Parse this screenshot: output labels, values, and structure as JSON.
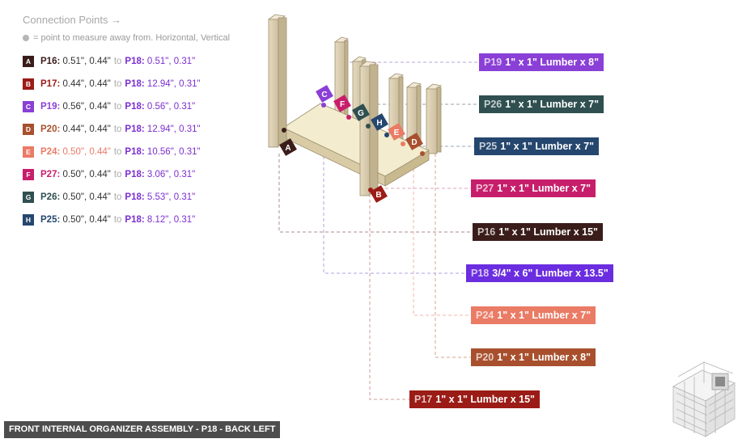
{
  "connection_title": "Connection Points →",
  "connection_hint": "= point to measure away from. Horizontal, Vertical",
  "connections": [
    {
      "letter": "A",
      "color": "#3a1d1a",
      "part": "P16:",
      "values": "0.51\", 0.44\"",
      "to": "to",
      "target": "P18:",
      "target_values": "0.51\", 0.31\""
    },
    {
      "letter": "B",
      "color": "#9b1c16",
      "part": "P17:",
      "values": "0.44\", 0.44\"",
      "to": "to",
      "target": "P18:",
      "target_values": "12.94\", 0.31\""
    },
    {
      "letter": "C",
      "color": "#8a3fd6",
      "part": "P19:",
      "values": "0.56\", 0.44\"",
      "to": "to",
      "target": "P18:",
      "target_values": "0.56\", 0.31\""
    },
    {
      "letter": "D",
      "color": "#a8502e",
      "part": "P20:",
      "values": "0.44\", 0.44\"",
      "to": "to",
      "target": "P18:",
      "target_values": "12.94\", 0.31\""
    },
    {
      "letter": "E",
      "color": "#ea7b65",
      "part": "P24:",
      "values": "0.50\", 0.44\"",
      "to": "to",
      "target": "P18:",
      "target_values": "10.56\", 0.31\""
    },
    {
      "letter": "F",
      "color": "#c71e6b",
      "part": "P27:",
      "values": "0.50\", 0.44\"",
      "to": "to",
      "target": "P18:",
      "target_values": "3.06\", 0.31\""
    },
    {
      "letter": "G",
      "color": "#2f4f50",
      "part": "P26:",
      "values": "0.50\", 0.44\"",
      "to": "to",
      "target": "P18:",
      "target_values": "5.53\", 0.31\""
    },
    {
      "letter": "H",
      "color": "#25466e",
      "part": "P25:",
      "values": "0.50\", 0.44\"",
      "to": "to",
      "target": "P18:",
      "target_values": "8.12\", 0.31\""
    }
  ],
  "parts": [
    {
      "id": "P19",
      "desc": "1\" x 1\" Lumber  x 8\"",
      "color": "#8a3fd6"
    },
    {
      "id": "P26",
      "desc": "1\" x 1\" Lumber  x 7\"",
      "color": "#2f4f50"
    },
    {
      "id": "P25",
      "desc": "1\" x 1\" Lumber  x 7\"",
      "color": "#25466e"
    },
    {
      "id": "P27",
      "desc": "1\" x 1\" Lumber  x 7\"",
      "color": "#c71e6b"
    },
    {
      "id": "P16",
      "desc": "1\" x 1\" Lumber  x 15\"",
      "color": "#3a1d1a"
    },
    {
      "id": "P18",
      "desc": "3/4\" x 6\" Lumber x 13.5\"",
      "color": "#6b2de0"
    },
    {
      "id": "P24",
      "desc": "1\" x 1\" Lumber  x 7\"",
      "color": "#ea7b65"
    },
    {
      "id": "P20",
      "desc": "1\" x 1\" Lumber  x 8\"",
      "color": "#a8502e"
    },
    {
      "id": "P17",
      "desc": "1\" x 1\" Lumber  x 15\"",
      "color": "#9b1c16"
    }
  ],
  "footer": "FRONT INTERNAL ORGANIZER ASSEMBLY - P18 - BACK LEFT"
}
